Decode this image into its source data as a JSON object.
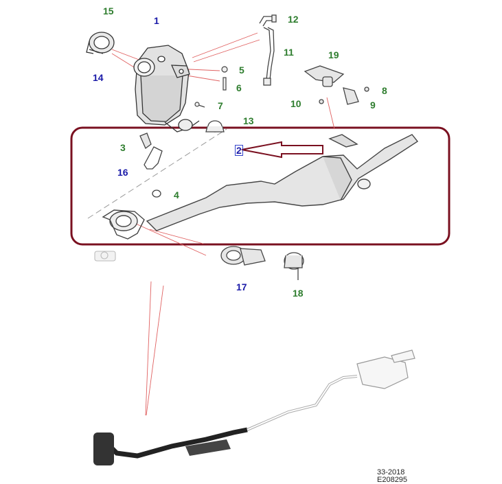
{
  "diagram": {
    "callouts": [
      {
        "id": "c1",
        "label": "1",
        "color": "blue"
      },
      {
        "id": "c2",
        "label": "2",
        "color": "blue"
      },
      {
        "id": "c3",
        "label": "3",
        "color": "green"
      },
      {
        "id": "c4",
        "label": "4",
        "color": "green"
      },
      {
        "id": "c5",
        "label": "5",
        "color": "green"
      },
      {
        "id": "c6",
        "label": "6",
        "color": "green"
      },
      {
        "id": "c7",
        "label": "7",
        "color": "green"
      },
      {
        "id": "c8",
        "label": "8",
        "color": "green"
      },
      {
        "id": "c9",
        "label": "9",
        "color": "green"
      },
      {
        "id": "c10",
        "label": "10",
        "color": "green"
      },
      {
        "id": "c11",
        "label": "11",
        "color": "green"
      },
      {
        "id": "c12",
        "label": "12",
        "color": "green"
      },
      {
        "id": "c13",
        "label": "13",
        "color": "green"
      },
      {
        "id": "c14",
        "label": "14",
        "color": "blue"
      },
      {
        "id": "c15",
        "label": "15",
        "color": "green"
      },
      {
        "id": "c16",
        "label": "16",
        "color": "blue"
      },
      {
        "id": "c17",
        "label": "17",
        "color": "blue"
      },
      {
        "id": "c18",
        "label": "18",
        "color": "green"
      },
      {
        "id": "c19",
        "label": "19",
        "color": "green"
      }
    ],
    "footer": {
      "line1": "33-2018",
      "line2": "E208295"
    },
    "colors": {
      "green_label": "#2e7d2e",
      "blue_label": "#1a1aa8",
      "highlight_frame": "#7a1020",
      "leader_red": "#e06060"
    }
  }
}
